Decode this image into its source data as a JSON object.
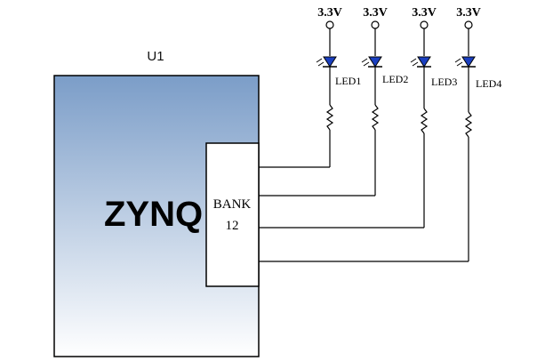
{
  "chip": {
    "ref": "U1",
    "name": "ZYNQ",
    "bank_line1": "BANK",
    "bank_line2": "12"
  },
  "leds": [
    {
      "supply": "3.3V",
      "label": "LED1"
    },
    {
      "supply": "3.3V",
      "label": "LED2"
    },
    {
      "supply": "3.3V",
      "label": "LED3"
    },
    {
      "supply": "3.3V",
      "label": "LED4"
    }
  ],
  "colors": {
    "chip_gradient_top": "#7b9dc8",
    "chip_gradient_bottom": "#ffffff",
    "led_fill": "#1a3fc0",
    "wire": "#000000"
  }
}
